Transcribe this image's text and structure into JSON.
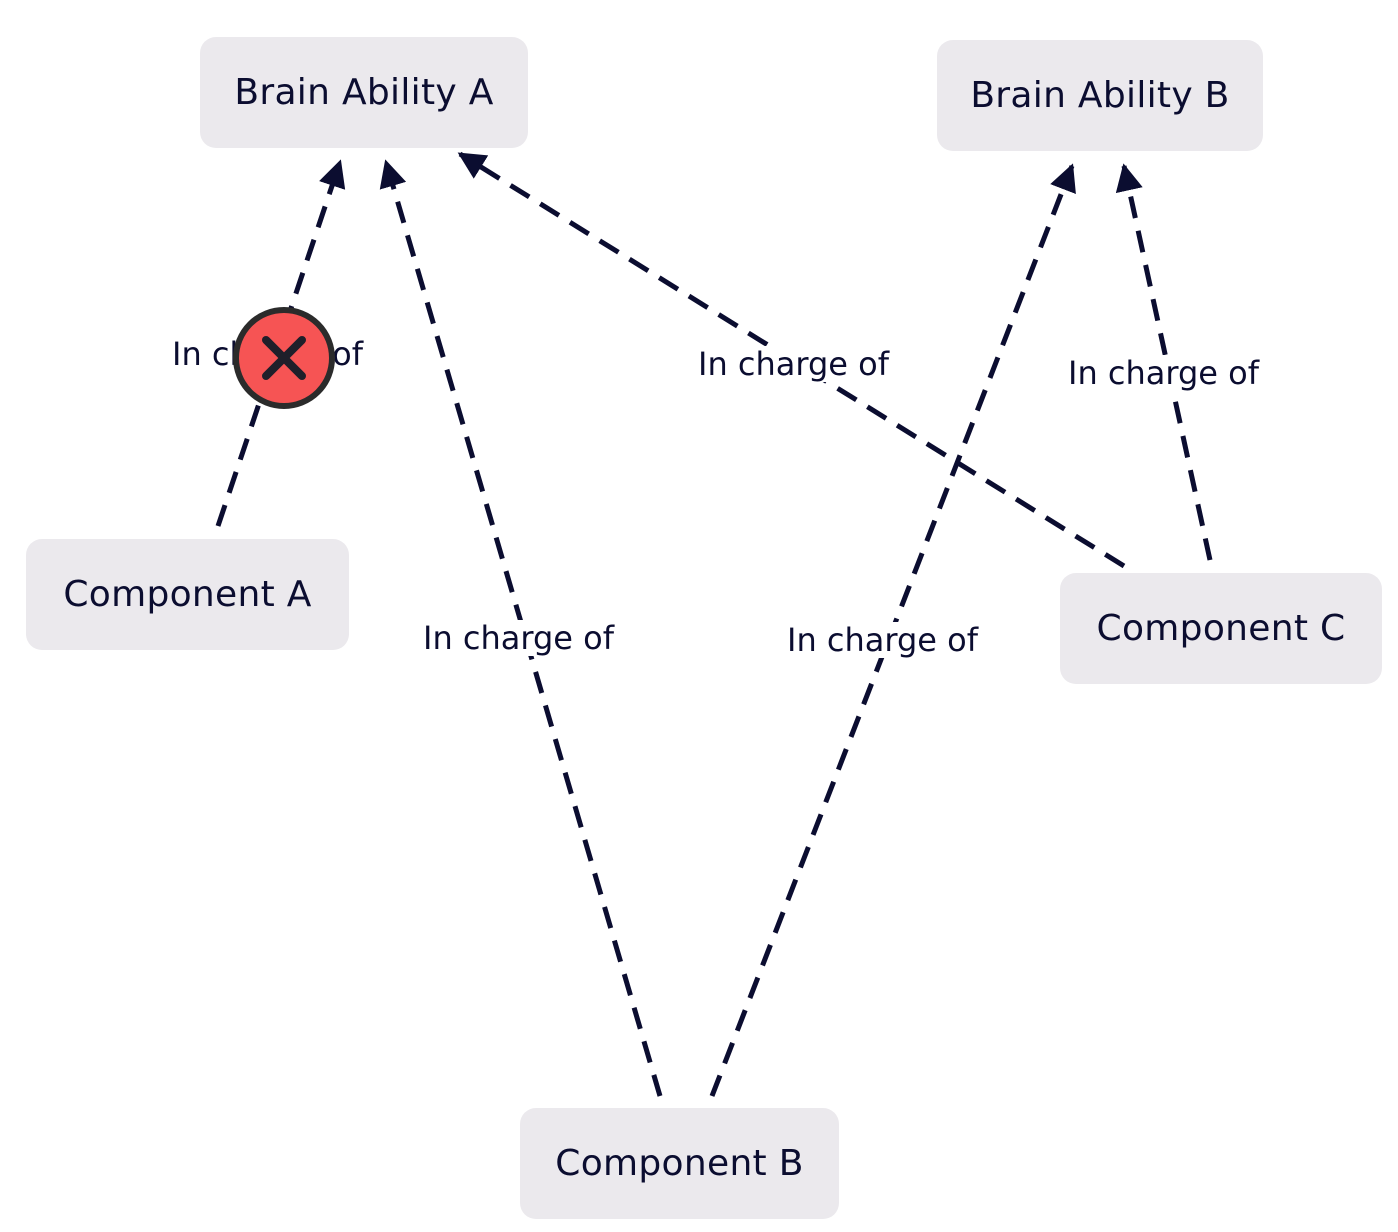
{
  "nodes": {
    "brain_ability_a": "Brain Ability A",
    "brain_ability_b": "Brain Ability B",
    "component_a": "Component A",
    "component_b": "Component B",
    "component_c": "Component C"
  },
  "edges": [
    {
      "from": "Component A",
      "to": "Brain Ability A",
      "label": "In charge of",
      "crossed_out": true
    },
    {
      "from": "Component B",
      "to": "Brain Ability A",
      "label": "In charge of"
    },
    {
      "from": "Component C",
      "to": "Brain Ability A",
      "label": "In charge of"
    },
    {
      "from": "Component B",
      "to": "Brain Ability B",
      "label": "In charge of"
    },
    {
      "from": "Component C",
      "to": "Brain Ability B",
      "label": "In charge of"
    }
  ],
  "marker": {
    "icon": "cross-mark-icon",
    "color": "#f65454"
  },
  "colors": {
    "node_fill": "#ebe9ed",
    "text": "#0b0d30",
    "edge": "#0b0d30"
  }
}
